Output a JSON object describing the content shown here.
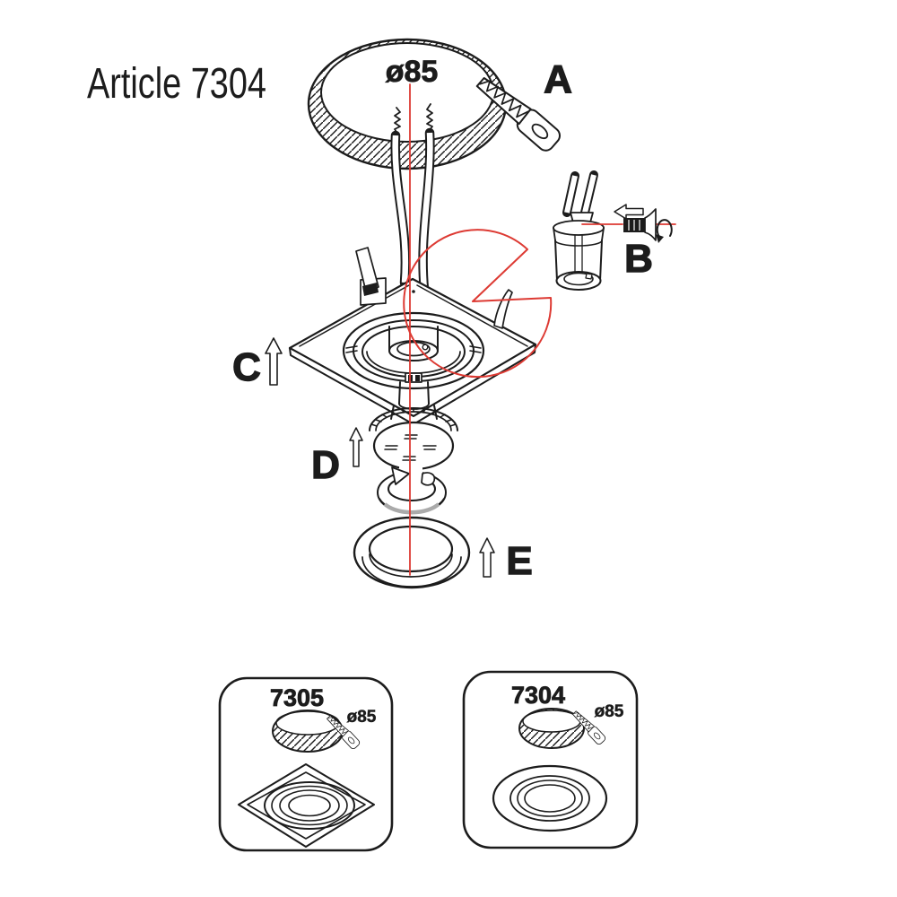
{
  "title": "Article 7304",
  "colors": {
    "line": "#1c1c1c",
    "accent_red": "#dd3a33",
    "background": "#ffffff"
  },
  "main_diagram": {
    "hole_diameter_label": "ø85",
    "step_labels": {
      "a": "A",
      "b": "B",
      "c": "C",
      "d": "D",
      "e": "E"
    }
  },
  "variant_cards": [
    {
      "model": "7305",
      "hole_diameter_label": "ø85"
    },
    {
      "model": "7304",
      "hole_diameter_label": "ø85"
    }
  ]
}
